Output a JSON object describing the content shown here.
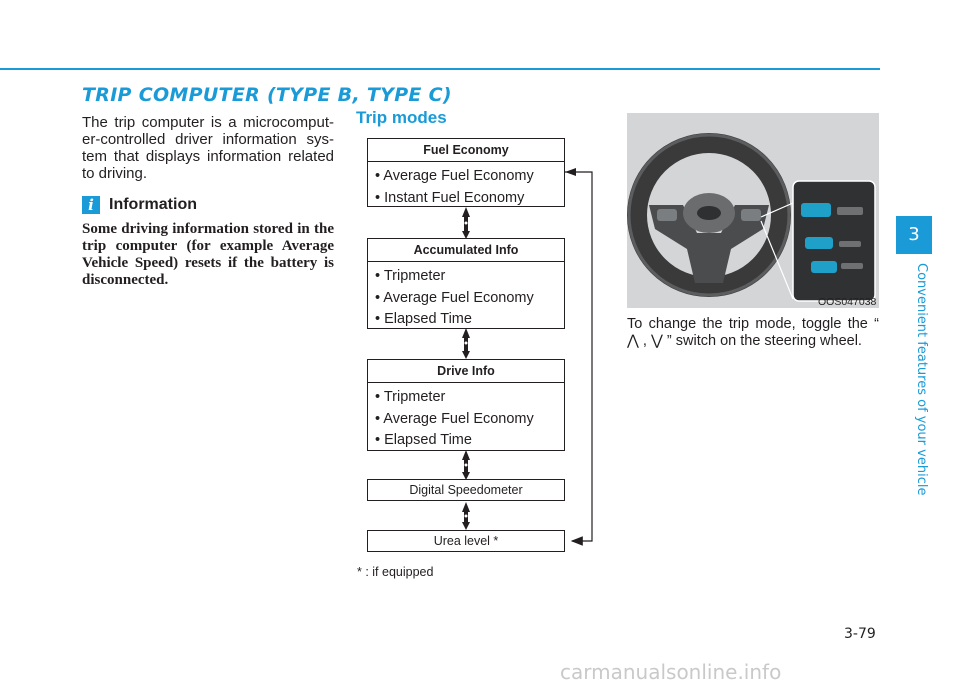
{
  "section": {
    "title": "TRIP COMPUTER (TYPE B, TYPE C)"
  },
  "intro": "The trip computer is a microcomput-er-controlled driver information sys-tem that displays information related to driving.",
  "information": {
    "icon": "info-icon",
    "icon_glyph": "i",
    "heading": "Information",
    "body": "Some driving information stored in the trip computer (for example Average Vehicle Speed) resets if the battery is disconnected."
  },
  "trip_modes": {
    "heading": "Trip modes",
    "fuel_economy": {
      "title": "Fuel Economy",
      "items": [
        "• Average Fuel Economy",
        "• Instant Fuel Economy"
      ]
    },
    "accumulated_info": {
      "title": "Accumulated Info",
      "items": [
        "• Tripmeter",
        "• Average Fuel Economy",
        "• Elapsed Time"
      ]
    },
    "drive_info": {
      "title": "Drive Info",
      "items": [
        "• Tripmeter",
        "• Average Fuel Economy",
        "• Elapsed Time"
      ]
    },
    "digital_speedometer": "Digital Speedometer",
    "urea_level": "Urea level *",
    "footnote": "* : if equipped"
  },
  "figure": {
    "code": "OOS047038"
  },
  "change_text": "To change the trip mode, toggle the “ ⋀ , ⋁ ” switch on the steering wheel.",
  "sidebar": {
    "chapter_number": "3",
    "chapter_title": "Convenient features of your vehicle"
  },
  "page_number": "3-79",
  "watermark": "carmanualsonline.info",
  "colors": {
    "accent": "#1a9bd7"
  }
}
